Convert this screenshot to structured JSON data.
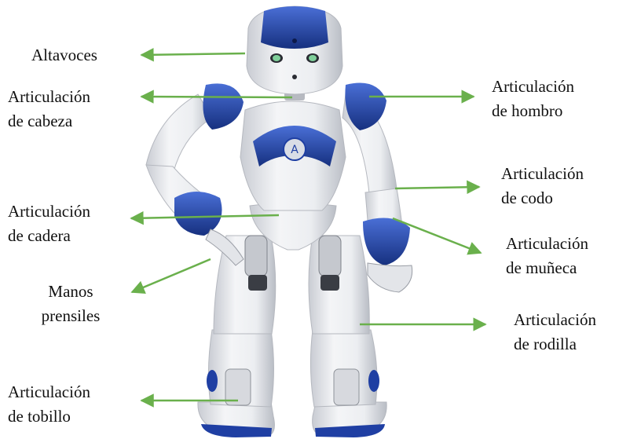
{
  "colors": {
    "arrow": "#6ab04c",
    "robot_body": "#f1f2f4",
    "robot_shade": "#c9ccd3",
    "robot_blue": "#1f3fa3",
    "robot_dark": "#2a2c33",
    "eye_green": "#7fcf9a"
  },
  "labels": {
    "speakers": {
      "line1": "Altavoces"
    },
    "head_joint": {
      "line1": "Articulación",
      "line2": "de cabeza"
    },
    "shoulder_joint": {
      "line1": "Articulación",
      "line2": "de hombro"
    },
    "elbow_joint": {
      "line1": "Articulación",
      "line2": "de codo"
    },
    "hip_joint": {
      "line1": "Articulación",
      "line2": "de cadera"
    },
    "wrist_joint": {
      "line1": "Articulación",
      "line2": "de muñeca"
    },
    "hands": {
      "line1": "Manos",
      "line2": "prensiles"
    },
    "knee_joint": {
      "line1": "Articulación",
      "line2": "de rodilla"
    },
    "ankle_joint": {
      "line1": "Articulación",
      "line2": "de tobillo"
    }
  }
}
